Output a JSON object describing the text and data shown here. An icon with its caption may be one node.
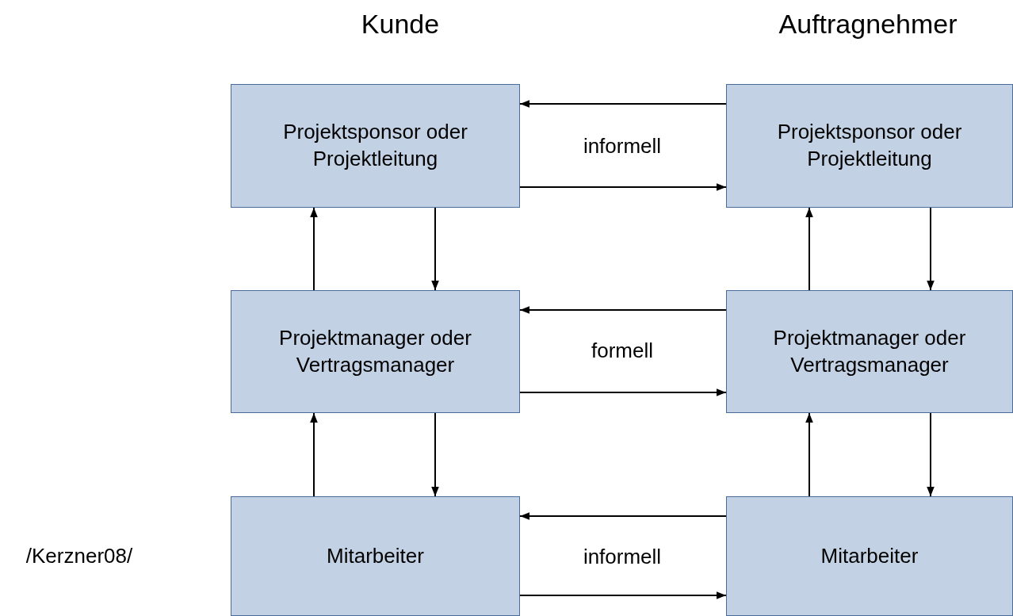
{
  "diagram": {
    "nodes": [
      {
        "text": [
          "Projektsponsor oder Projektleitung"
        ]
      },
      {
        "text": [
          "Projektsponsor oder Projektleitung"
        ]
      },
      {
        "text": [
          "Projektmanager oder Vertragsmanager"
        ]
      },
      {
        "text": [
          "Projektmanager oder Vertragsmanager"
        ]
      },
      {
        "text": [
          "Mitarbeiter"
        ]
      },
      {
        "text": [
          "Mitarbeiter"
        ]
      }
    ],
    "edges": [
      {
        "from": 1,
        "to": 0,
        "arrow": "to"
      },
      {
        "from": 0,
        "to": 1,
        "arrow": "to"
      },
      {
        "from": 2,
        "to": 0,
        "arrow": "to"
      },
      {
        "from": 0,
        "to": 2,
        "arrow": "to"
      },
      {
        "from": 3,
        "to": 1,
        "arrow": "to"
      },
      {
        "from": 1,
        "to": 3,
        "arrow": "to"
      },
      {
        "from": 3,
        "to": 2,
        "arrow": "to"
      },
      {
        "from": 2,
        "to": 3,
        "arrow": "to"
      },
      {
        "from": 4,
        "to": 2,
        "arrow": "to"
      },
      {
        "from": 2,
        "to": 4,
        "arrow": "to"
      },
      {
        "from": 5,
        "to": 3,
        "arrow": "to"
      },
      {
        "from": 3,
        "to": 5,
        "arrow": "to"
      },
      {
        "from": 5,
        "to": 4,
        "arrow": "to"
      },
      {
        "from": 4,
        "to": 5,
        "arrow": "to"
      }
    ],
    "labels": [
      "Kunde",
      "Auftragnehmer",
      "informell",
      "formell",
      "informell",
      "/Kerzner08/"
    ]
  }
}
